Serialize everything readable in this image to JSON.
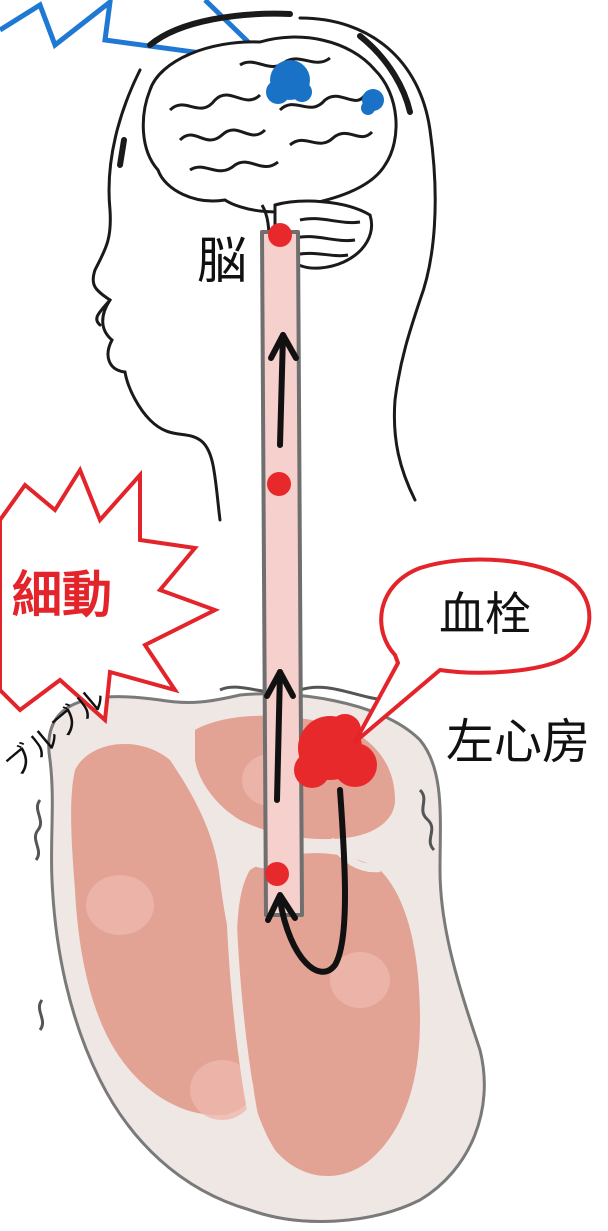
{
  "labels": {
    "brain": "脳",
    "fibrillation": "細動",
    "thrombus": "血栓",
    "left_atrium": "左心房",
    "flutter_sound": "ブルブル"
  },
  "colors": {
    "thrombus_red": "#e8292b",
    "stroke_blue": "#1a72c7",
    "vessel_pink": "#f5d0cd",
    "vessel_outline": "#6f6f6f",
    "heart_chamber": "#e2a294",
    "heart_wall": "#efe7e4",
    "callout_red": "#e3242b",
    "lightning_blue": "#1f78d1",
    "ink": "#111111"
  },
  "icons": {
    "head": "head-profile-outline",
    "brain": "brain-drawing",
    "heart": "heart-cross-section",
    "flow_arrow": "arrow-up-icon",
    "burst": "jagged-burst-callout",
    "speech": "speech-bubble-callout",
    "lightning": "lightning-zigzag"
  }
}
